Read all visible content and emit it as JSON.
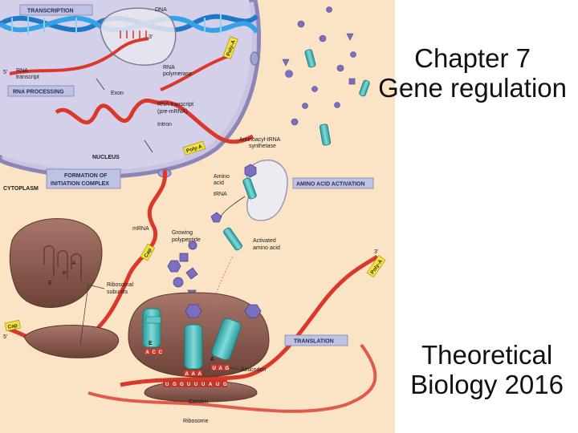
{
  "slide": {
    "title_line1": "Chapter 7",
    "title_line2": "Gene regulation",
    "subtitle_line1": "Theoretical",
    "subtitle_line2": "Biology 2016"
  },
  "diagram": {
    "boxes": {
      "transcription": "TRANSCRIPTION",
      "rna_processing": "RNA PROCESSING",
      "formation_line1": "FORMATION OF",
      "formation_line2": "INITIATION COMPLEX",
      "amino_acid_activation": "AMINO ACID ACTIVATION",
      "translation": "TRANSLATION"
    },
    "labels": {
      "dna": "DNA",
      "three_prime_dna": "3'",
      "five_prime_rna": "5'",
      "rna_transcript_1": "RNA",
      "rna_transcript_2": "transcript",
      "rna_polymerase_1": "RNA",
      "rna_polymerase_2": "polymerase",
      "exon": "Exon",
      "pre_mrna_1": "RNA transcript",
      "pre_mrna_2": "(pre-mRNA)",
      "intron": "Intron",
      "nucleus": "NUCLEUS",
      "cytoplasm": "CYTOPLASM",
      "synthetase_1": "Aminoacyl-tRNA",
      "synthetase_2": "synthetase",
      "amino_acid_1": "Amino",
      "amino_acid_2": "acid",
      "trna": "tRNA",
      "mrna": "mRNA",
      "growing_1": "Growing",
      "growing_2": "polypeptide",
      "activated_1": "Activated",
      "activated_2": "amino acid",
      "ribosomal_1": "Ribosomal",
      "ribosomal_2": "subunits",
      "anticodon": "Anticodon",
      "codon": "Condon",
      "ribosome": "Ribosome",
      "five_prime_left": "5'",
      "three_prime_right": "3'",
      "site_a": "A",
      "site_p": "P",
      "site_e": "E",
      "site_e2": "E",
      "site_a2": "A"
    },
    "tags": {
      "poly_a_top": "Poly-A",
      "poly_a_mid": "Poly-A",
      "poly_a_right": "Poly-A",
      "cap_mid": "Cap",
      "cap_left": "Cap"
    },
    "bases": {
      "anticodon_left": [
        "A",
        "C",
        "C"
      ],
      "anticodon_mid": [
        "A",
        "A",
        "A"
      ],
      "anticodon_right": [
        "U",
        "A",
        "G"
      ],
      "codon": [
        "U",
        "G",
        "G",
        "U",
        "U",
        "U",
        "A",
        "U",
        "G"
      ]
    },
    "colors": {
      "background": "#fbe3c6",
      "nucleus": "#c9c5e0",
      "mrna_ribbon": "#d9382a",
      "ribosome": "#8a5a4a",
      "trna": "#3fb6b6",
      "amino_acid": "#7b6fbf",
      "label_box": "#bfc3e3",
      "tag": "#f2e23a"
    }
  }
}
